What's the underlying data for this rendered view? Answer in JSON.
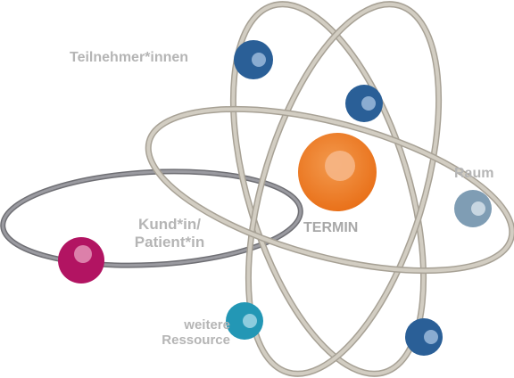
{
  "diagram": {
    "nodes": {
      "participants": {
        "label": "Teilnehmer*innen",
        "color": "#2a5f97"
      },
      "room": {
        "label": "Raum",
        "color": "#7f9db4"
      },
      "customer": {
        "label_line1": "Kund*in/",
        "label_line2": "Patient*in",
        "color": "#b21462"
      },
      "resource": {
        "label_line1": "weitere",
        "label_line2": "Ressource",
        "color": "#2397b5"
      },
      "appointment": {
        "label": "TERMIN",
        "color": "#ee7b22"
      }
    },
    "colors": {
      "orbit": "#cdc8bd",
      "orbit_edge": "#a9a397",
      "customer_orbit": "#7b7b80",
      "label": "#b5b5b5",
      "extra_electron": "#2a5f97"
    }
  }
}
